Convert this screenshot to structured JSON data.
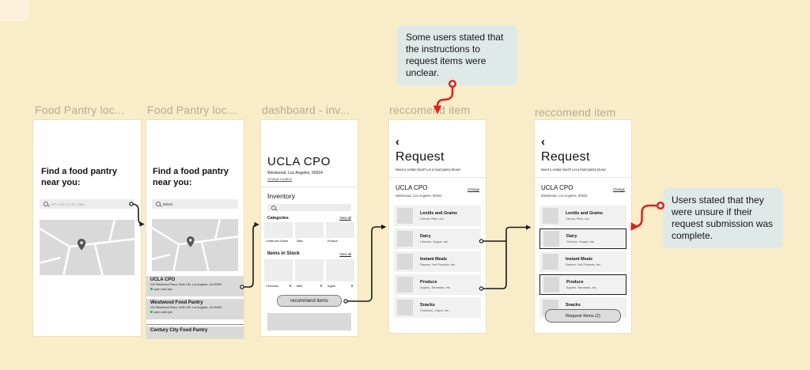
{
  "canvas": {
    "background": "#F9ECC8",
    "note_background": "#DFE9E7",
    "annotation_red": "#E01F1F",
    "frame_title_color": "#B5AB92"
  },
  "notes": [
    {
      "text": "Some users stated that the instructions to request items were unclear."
    },
    {
      "text": "Users stated that they were unsure if their request submission was complete."
    }
  ],
  "frames": [
    {
      "title": "Food Pantry loc...",
      "heading": "Find a food pantry near you:",
      "search_placeholder": "ZIP code or city, state"
    },
    {
      "title": "Food Pantry loc...",
      "heading": "Find a food pantry near you:",
      "search_value": "90024",
      "results": [
        {
          "name": "UCLA CPO",
          "address": "220 Westwood Plaza, Suite 105, Los Angeles, CA 90095",
          "status": "open until 2pm"
        },
        {
          "name": "Westwood Food Pantry",
          "address": "220 Westwood Plaza, Suite 105, Los Angeles, CA 90095",
          "status": "open until 2pm"
        },
        {
          "name": "Century City Food Pantry"
        }
      ]
    },
    {
      "title": "dashboard - inv...",
      "pantry_name": "UCLA CPO",
      "pantry_location": "Westwood, Los Angeles, 90024",
      "change_link": "Change location",
      "inventory_heading": "Inventory",
      "categories_label": "Categories",
      "categories_view_all": "View all",
      "categories": [
        "Lentils and Grains",
        "Dairy",
        "Produce"
      ],
      "items_label": "Items in Stock",
      "items_view_all": "View all",
      "items": [
        {
          "name": "Cheerios",
          "in_stock": true
        },
        {
          "name": "Milk",
          "in_stock": true
        },
        {
          "name": "Apple",
          "in_stock": true
        }
      ],
      "recommend_button": "recommend items"
    },
    {
      "title": "reccomend item",
      "back_glyph": "‹",
      "heading": "Request",
      "subheading": "Need a certain food? Let a food pantry know!",
      "pantry_name": "UCLA CPO",
      "change_link": "Change",
      "pantry_location": "Westwood, Los Angeles, 90024",
      "rows": [
        {
          "name": "Lentils and Grains",
          "desc": "Cereal, Rice, etc.",
          "selected": false
        },
        {
          "name": "Dairy",
          "desc": "Cheese, Yogurt, etc.",
          "selected": false
        },
        {
          "name": "Instant Meals",
          "desc": "Ramen, Hot Pockets, etc.",
          "selected": false
        },
        {
          "name": "Produce",
          "desc": "Apples, Bananas, etc.",
          "selected": false
        },
        {
          "name": "Snacks",
          "desc": "Crackers, Chips, etc.",
          "selected": false
        }
      ]
    },
    {
      "title": "reccomend item",
      "back_glyph": "‹",
      "heading": "Request",
      "subheading": "Need a certain food? Let a food pantry know!",
      "pantry_name": "UCLA CPO",
      "change_link": "Change",
      "pantry_location": "Westwood, Los Angeles, 90024",
      "rows": [
        {
          "name": "Lentils and Grains",
          "desc": "Cereal, Rice, etc.",
          "selected": false
        },
        {
          "name": "Dairy",
          "desc": "Cheese, Yogurt, etc.",
          "selected": true
        },
        {
          "name": "Instant Meals",
          "desc": "Ramen, Hot Pockets, etc.",
          "selected": false
        },
        {
          "name": "Produce",
          "desc": "Apples, Bananas, etc.",
          "selected": true
        },
        {
          "name": "Snacks",
          "desc": "Crackers, Chips, etc.",
          "selected": false
        }
      ],
      "request_button": "Request Items (2)"
    }
  ],
  "icons": {
    "search": "magnifier",
    "back": "chevron-left",
    "map_pin": "location-pin",
    "stock_indicator_color": "#3CB043"
  }
}
